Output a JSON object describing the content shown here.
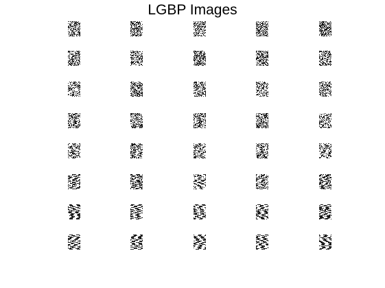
{
  "title": "LGBP Images",
  "grid": {
    "rows": 8,
    "columns": 5
  }
}
